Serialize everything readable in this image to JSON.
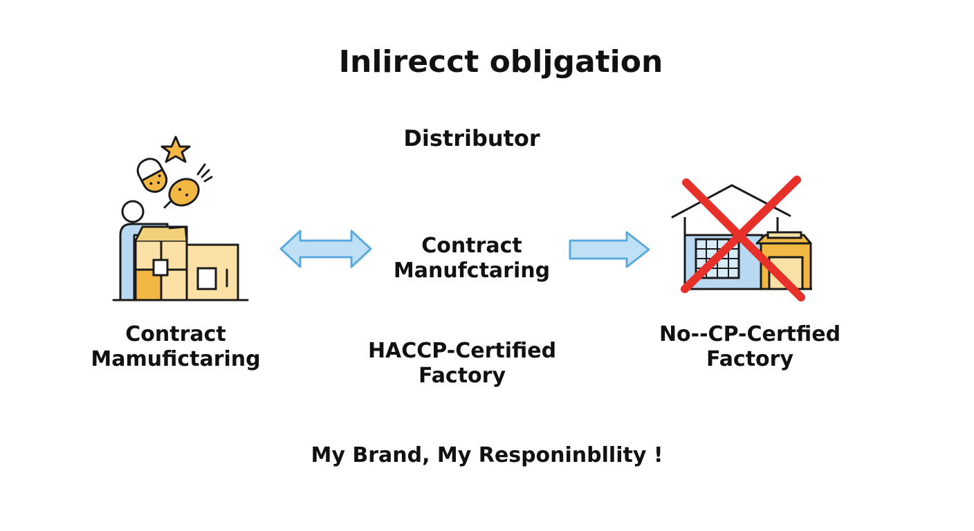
{
  "title": "Inlirecct obljgation",
  "center": {
    "top_label": "Distributor",
    "middle_label": [
      "Contract",
      "Manufctaring"
    ],
    "bottom_label": [
      "HACCP-Certified",
      "Factory"
    ]
  },
  "left_caption": [
    "Contract",
    "Mamufictaring"
  ],
  "right_caption": [
    "No--CP-Certfied",
    "Factory"
  ],
  "slogan": "My Brand, My Responinbllity !",
  "colors": {
    "text": "#111111",
    "arrow_fill": "#bfe0f5",
    "arrow_stroke": "#5aa9dc",
    "accent_yellow": "#f3b843",
    "accent_light": "#fbe1a5",
    "accent_blue": "#b9d9f2",
    "cross_red": "#e8302b"
  },
  "icons": {
    "left": "contract-manufacturing-icon",
    "right": "non-certified-factory-icon",
    "left_arrow": "double-arrow-icon",
    "right_arrow": "right-arrow-icon"
  }
}
